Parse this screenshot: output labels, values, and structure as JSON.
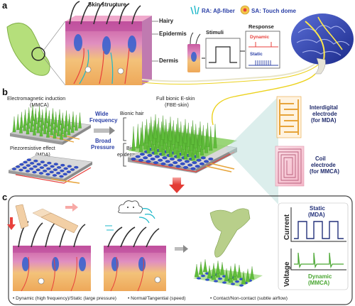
{
  "panel_a": {
    "letter": "a",
    "skin_structure": "Skin structure",
    "layers": [
      "Hairy",
      "Epidermis",
      "Dermis"
    ],
    "legend_ra": "RA: Aβ-fiber",
    "legend_sa": "SA: Touch dome",
    "stimuli": "Stimuli",
    "response": "Response",
    "dynamic": "Dynamic",
    "static": "Static"
  },
  "panel_b": {
    "letter": "b",
    "em_line1": "Electromagnetic induction",
    "em_line2": "(MMCA)",
    "pz_line1": "Piezoresistive effect",
    "pz_line2": "(MDA)",
    "wide1": "Wide",
    "wide2": "Frequency",
    "broad1": "Broad",
    "broad2": "Pressure",
    "fbe1": "Full bionic E-skin",
    "fbe2": "(FBE-skin)",
    "bionic_hair": "Bionic hair",
    "bionic_ed1": "Bionic",
    "bionic_ed2": "epidermis-dermis",
    "inter1": "Interdigital",
    "inter2": "electrode",
    "inter3": "(for MDA)",
    "coil1": "Coil",
    "coil2": "electrode",
    "coil3": "(for MMCA)"
  },
  "panel_c": {
    "letter": "c",
    "current": "Current",
    "voltage": "Voltage",
    "static1": "Static",
    "static2": "(MDA)",
    "dynamic1": "Dynamic",
    "dynamic2": "(MMCA)",
    "caption1": "• Dynamic (high frequency)/Static (large pressure)",
    "caption2": "• Normal/Tangential (speed)",
    "caption3": "• Contact/Non-contact (subtle airflow)"
  },
  "colors": {
    "skin_pink": "#d889b6",
    "dermis_orange": "#f0b85a",
    "hair_green": "#5fbd3a",
    "dome_blue": "#2846b8",
    "accent_red": "#e8413c",
    "electrode_gold": "#e7a43a",
    "wire_yellow": "#ecd21e",
    "arm_green": "#b5df7b",
    "signal_navy": "#23317a",
    "signal_green": "#4aa632"
  }
}
